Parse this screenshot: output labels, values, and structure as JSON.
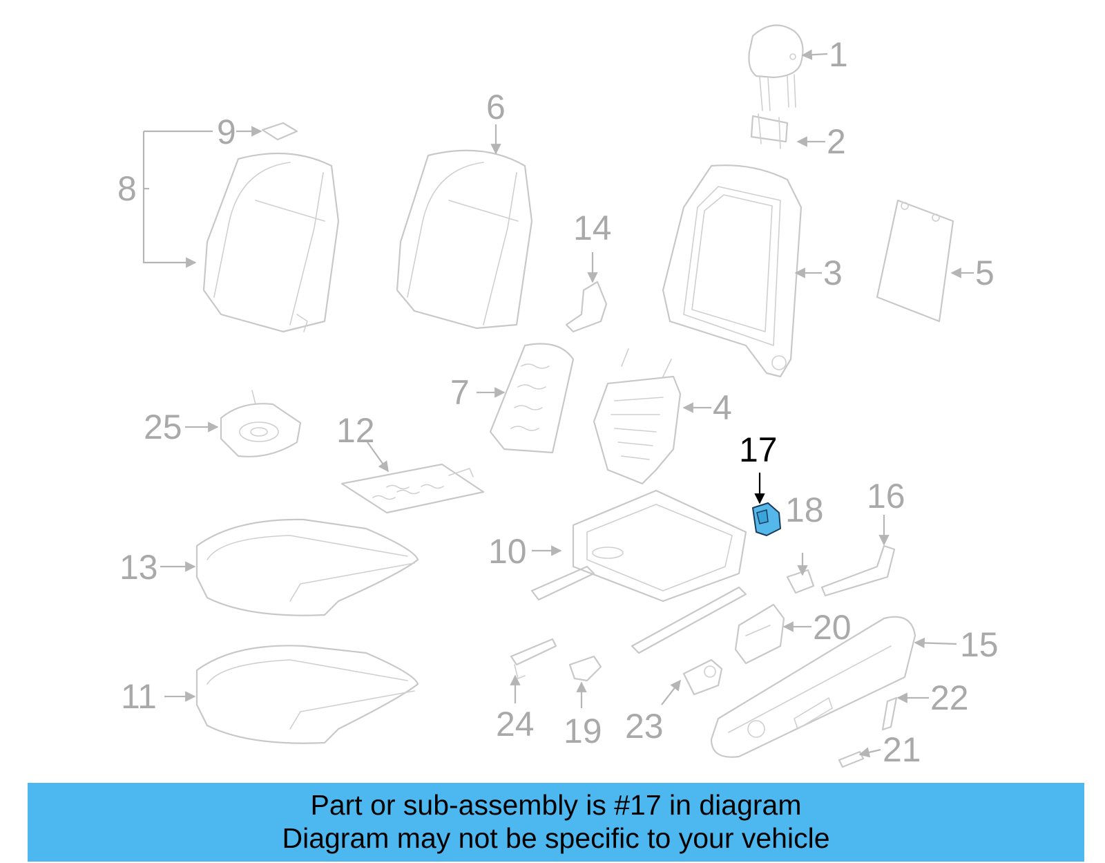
{
  "diagram": {
    "highlighted_part": "17",
    "colors": {
      "outline": "#c8c8c8",
      "label": "#a9a9a9",
      "highlight_fill": "#55b8ea",
      "highlight_label": "#000000",
      "banner": "#4db8f0"
    },
    "callouts": [
      "1",
      "2",
      "3",
      "4",
      "5",
      "6",
      "7",
      "8",
      "9",
      "10",
      "11",
      "12",
      "13",
      "14",
      "15",
      "16",
      "17",
      "18",
      "19",
      "20",
      "21",
      "22",
      "23",
      "24",
      "25"
    ]
  },
  "banner": {
    "line1": "Part or sub-assembly is #17 in diagram",
    "line2": "Diagram may not be specific to your vehicle"
  }
}
